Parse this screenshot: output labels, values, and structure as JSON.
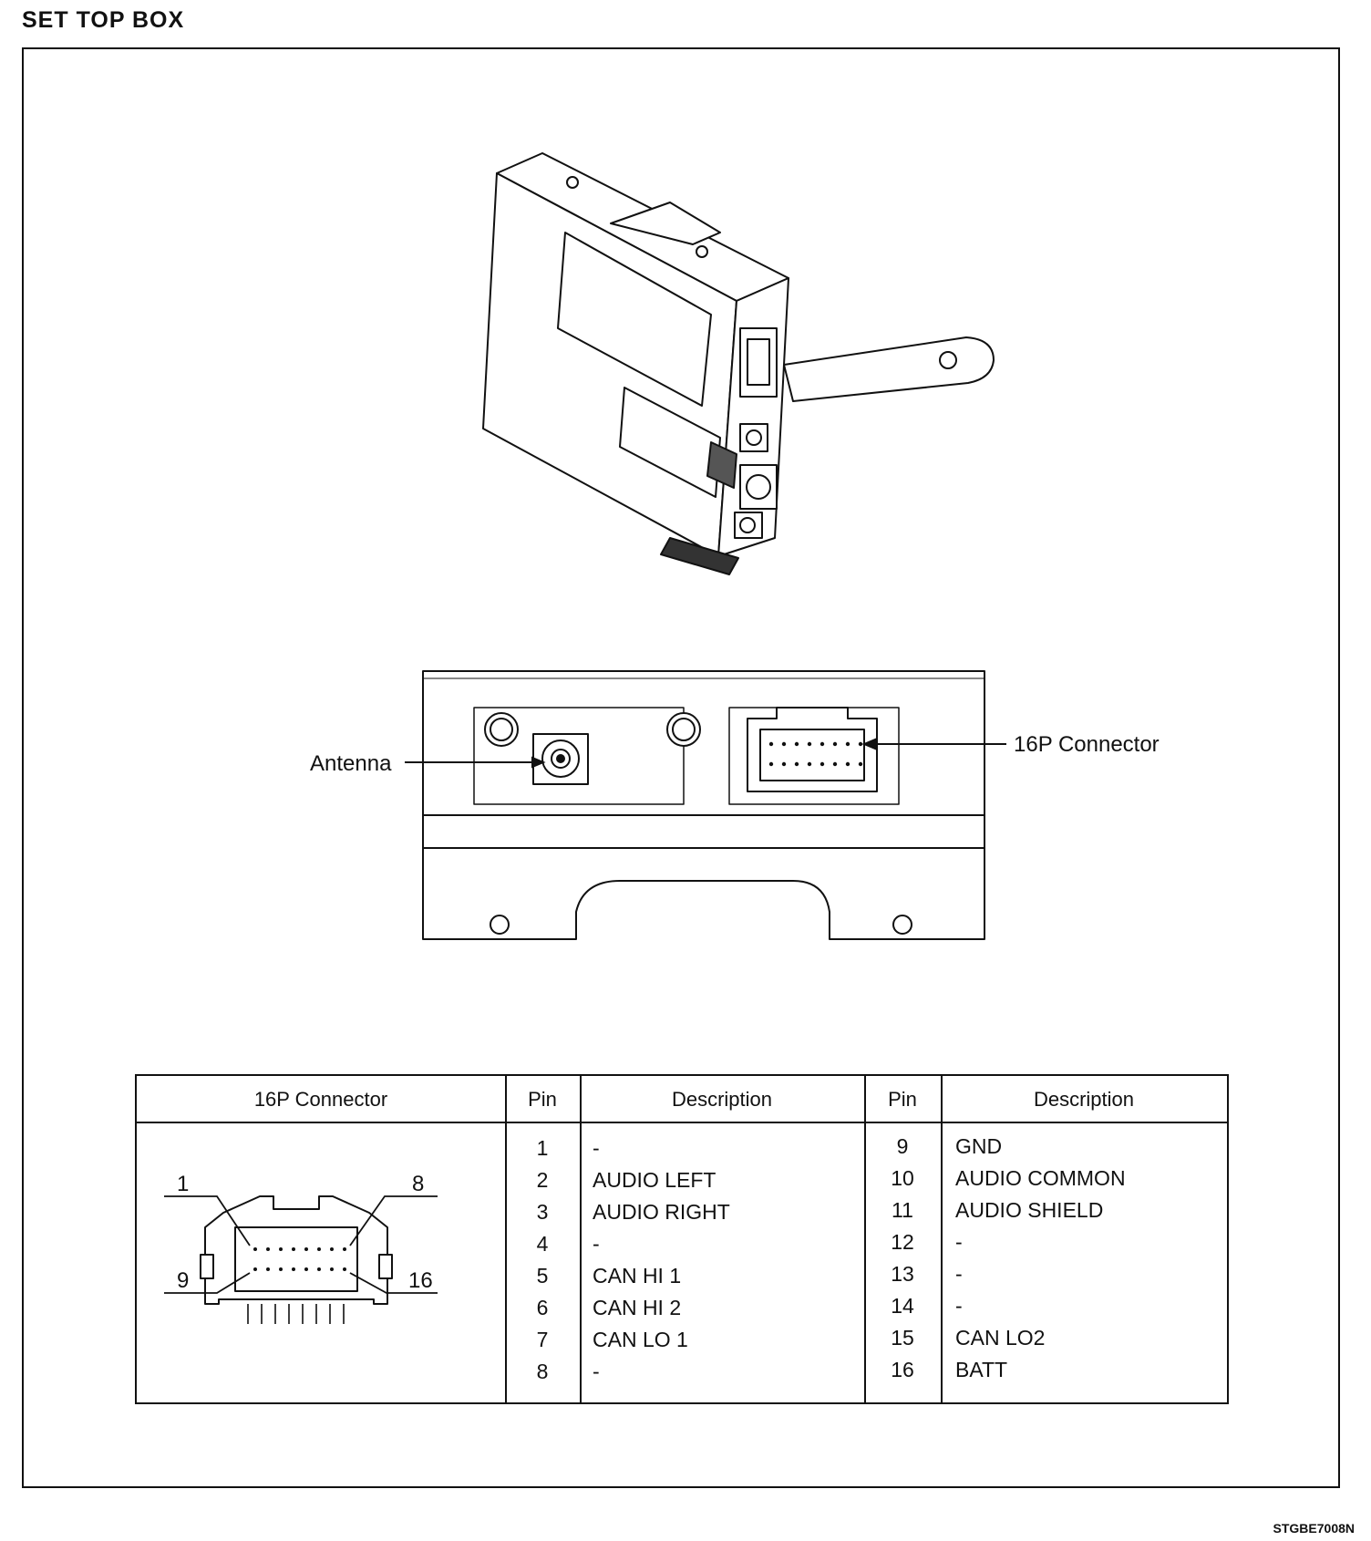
{
  "page": {
    "title": "SET TOP BOX",
    "figure_code": "STGBE7008N"
  },
  "callouts": {
    "antenna": "Antenna",
    "connector": "16P Connector"
  },
  "pin_table": {
    "headers": {
      "connector": "16P Connector",
      "pin_a": "Pin",
      "desc_a": "Description",
      "pin_b": "Pin",
      "desc_b": "Description"
    },
    "connector_labels": {
      "top_left": "1",
      "top_right": "8",
      "bottom_left": "9",
      "bottom_right": "16"
    },
    "left_rows": [
      {
        "pin": "1",
        "desc": "-"
      },
      {
        "pin": "2",
        "desc": "AUDIO LEFT"
      },
      {
        "pin": "3",
        "desc": "AUDIO RIGHT"
      },
      {
        "pin": "4",
        "desc": "-"
      },
      {
        "pin": "5",
        "desc": "CAN HI 1"
      },
      {
        "pin": "6",
        "desc": "CAN HI 2"
      },
      {
        "pin": "7",
        "desc": "CAN LO 1"
      },
      {
        "pin": "8",
        "desc": "-"
      }
    ],
    "right_rows": [
      {
        "pin": "9",
        "desc": "GND"
      },
      {
        "pin": "10",
        "desc": "AUDIO COMMON"
      },
      {
        "pin": "11",
        "desc": "AUDIO SHIELD"
      },
      {
        "pin": "12",
        "desc": "-"
      },
      {
        "pin": "13",
        "desc": "-"
      },
      {
        "pin": "14",
        "desc": "-"
      },
      {
        "pin": "15",
        "desc": "CAN LO2"
      },
      {
        "pin": "16",
        "desc": "BATT"
      }
    ]
  }
}
